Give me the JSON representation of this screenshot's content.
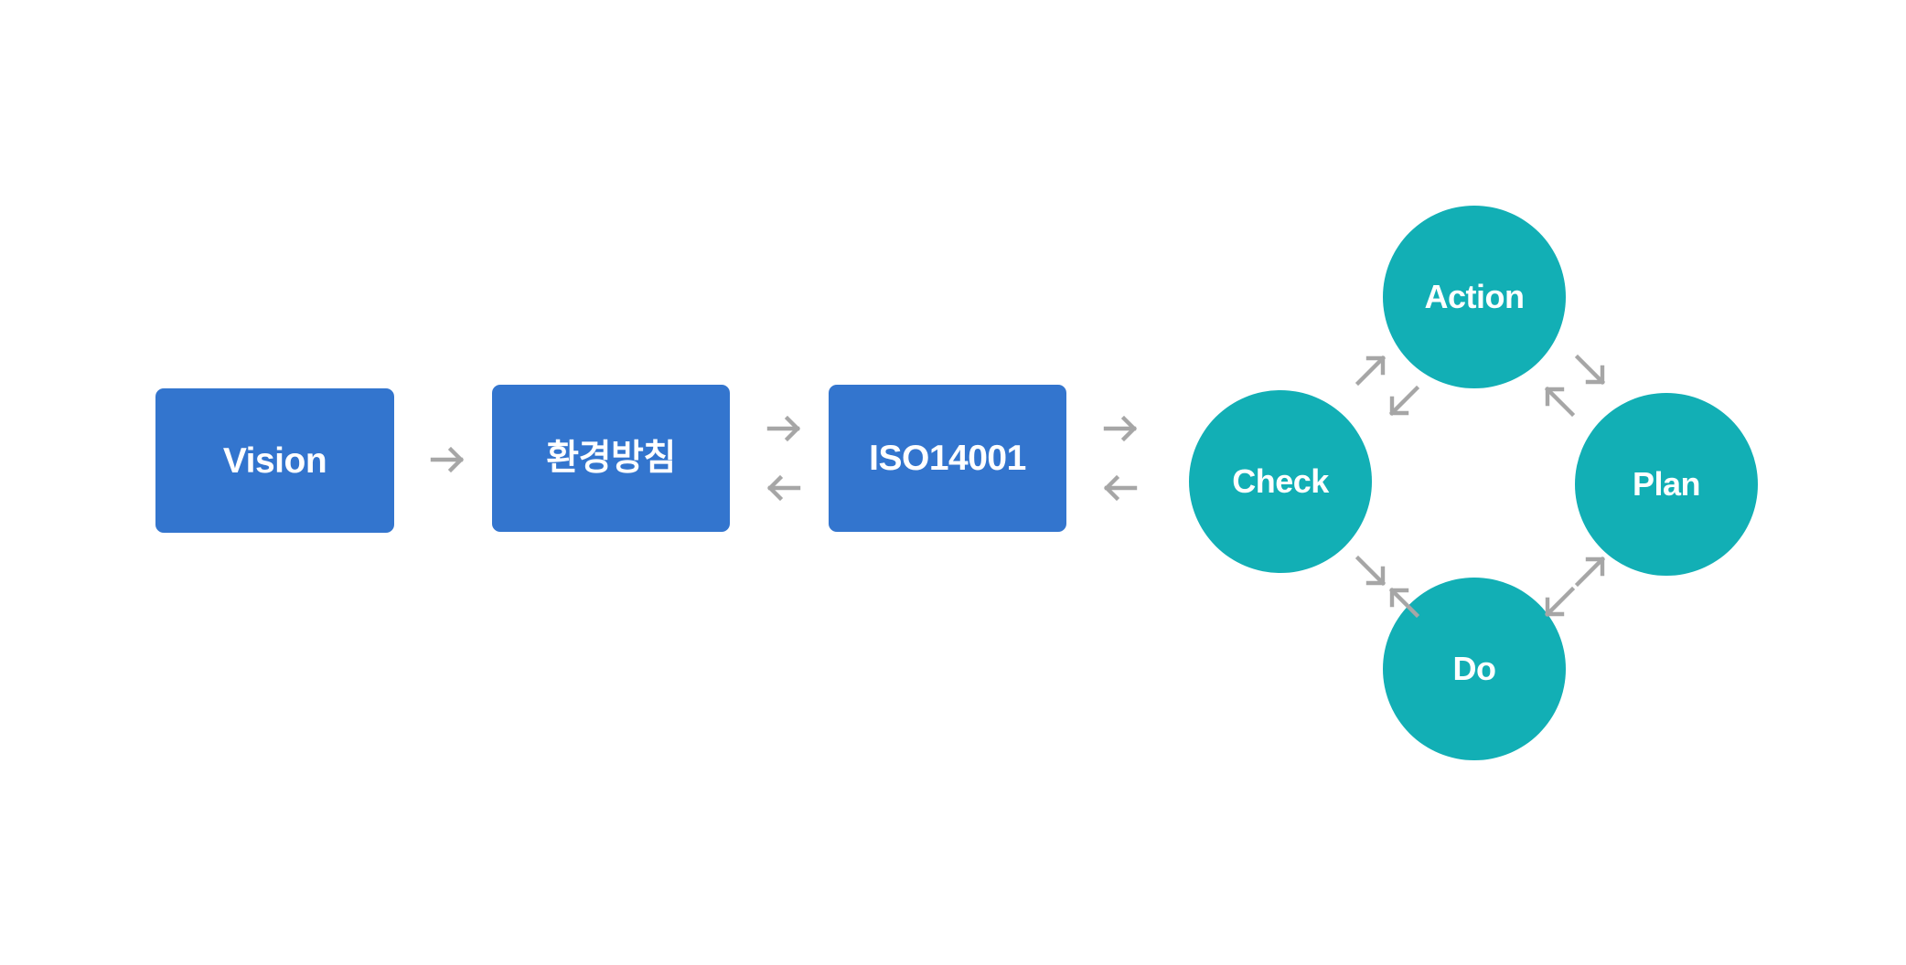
{
  "diagram": {
    "background_color": "#ffffff",
    "box_color": "#3375ce",
    "circle_color": "#12afb5",
    "arrow_color": "#a6a6a6",
    "label_color": "#ffffff"
  },
  "process_chain": {
    "boxes": [
      {
        "id": "vision",
        "label": "Vision"
      },
      {
        "id": "policy",
        "label": "환경방침"
      },
      {
        "id": "iso14001",
        "label": "ISO14001"
      }
    ]
  },
  "pdca_cycle": {
    "nodes": [
      {
        "id": "action",
        "label": "Action",
        "position": "top"
      },
      {
        "id": "plan",
        "label": "Plan",
        "position": "right"
      },
      {
        "id": "do",
        "label": "Do",
        "position": "bottom"
      },
      {
        "id": "check",
        "label": "Check",
        "position": "left"
      }
    ]
  },
  "arrows": [
    {
      "id": "vision-to-policy",
      "glyph": "→",
      "icon": "arrow-right-icon",
      "from": "vision",
      "to": "policy"
    },
    {
      "id": "policy-to-iso",
      "glyph": "→",
      "icon": "arrow-right-icon",
      "from": "policy",
      "to": "iso14001"
    },
    {
      "id": "iso-to-policy",
      "glyph": "←",
      "icon": "arrow-left-icon",
      "from": "iso14001",
      "to": "policy"
    },
    {
      "id": "iso-to-pdca",
      "glyph": "→",
      "icon": "arrow-right-icon",
      "from": "iso14001",
      "to": "pdca"
    },
    {
      "id": "pdca-to-iso",
      "glyph": "←",
      "icon": "arrow-left-icon",
      "from": "pdca",
      "to": "iso14001"
    },
    {
      "id": "check-to-action",
      "glyph": "↗",
      "icon": "arrow-up-right-icon",
      "from": "check",
      "to": "action"
    },
    {
      "id": "action-to-check",
      "glyph": "↙",
      "icon": "arrow-down-left-icon",
      "from": "action",
      "to": "check"
    },
    {
      "id": "action-to-plan",
      "glyph": "↘",
      "icon": "arrow-down-right-icon",
      "from": "action",
      "to": "plan"
    },
    {
      "id": "plan-to-action",
      "glyph": "↖",
      "icon": "arrow-up-left-icon",
      "from": "plan",
      "to": "action"
    },
    {
      "id": "do-to-plan",
      "glyph": "↗",
      "icon": "arrow-up-right-icon",
      "from": "do",
      "to": "plan"
    },
    {
      "id": "plan-to-do",
      "glyph": "↙",
      "icon": "arrow-down-left-icon",
      "from": "plan",
      "to": "do"
    },
    {
      "id": "check-to-do",
      "glyph": "↘",
      "icon": "arrow-down-right-icon",
      "from": "check",
      "to": "do"
    },
    {
      "id": "do-to-check",
      "glyph": "↖",
      "icon": "arrow-up-left-icon",
      "from": "do",
      "to": "check"
    }
  ]
}
